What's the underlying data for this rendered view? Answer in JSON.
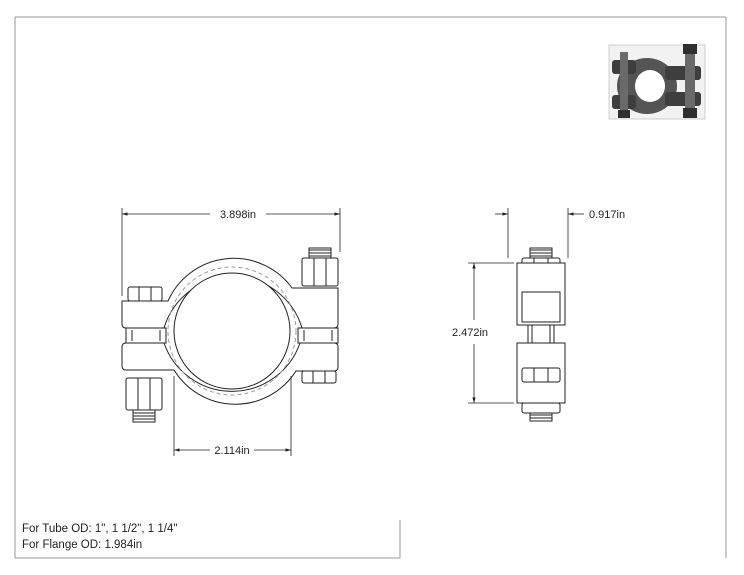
{
  "dimensions": {
    "overall_width": "3.898in",
    "inner_span": "2.114in",
    "height": "2.472in",
    "depth": "0.917in"
  },
  "notes": {
    "tube_od": "For Tube OD: 1\", 1 1/2\", 1 1/4\"",
    "flange_od": "For Flange OD: 1.984in"
  },
  "colors": {
    "line": "#222222",
    "part_fill": "#ffffff",
    "iso_dark": "#4a4a4a",
    "iso_light": "#9a9a9a"
  }
}
